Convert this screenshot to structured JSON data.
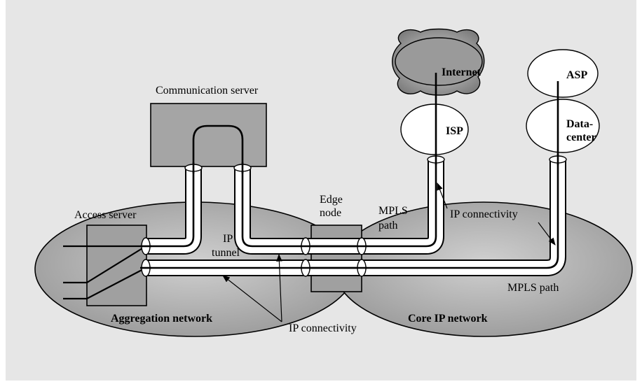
{
  "labels": {
    "communication_server": "Communication server",
    "access_server": "Access server",
    "ip_tunnel_line1": "IP",
    "ip_tunnel_line2": "tunnel",
    "edge_node_line1": "Edge",
    "edge_node_line2": "node",
    "mpls_path_upper_line1": "MPLS",
    "mpls_path_upper_line2": "path",
    "ip_connectivity_right": "IP connectivity",
    "mpls_path_lower": "MPLS path",
    "ip_connectivity_bottom": "IP connectivity",
    "aggregation_network": "Aggregation network",
    "core_ip_network": "Core IP network",
    "internet": "Internet",
    "isp": "ISP",
    "asp": "ASP",
    "datacenter_line1": "Data-",
    "datacenter_line2": "center"
  },
  "colors": {
    "background": "#e6e6e6",
    "network_fill": "#a8a8a8",
    "box_fill": "#a0a0a0",
    "server_fill": "#a5a5a5"
  }
}
